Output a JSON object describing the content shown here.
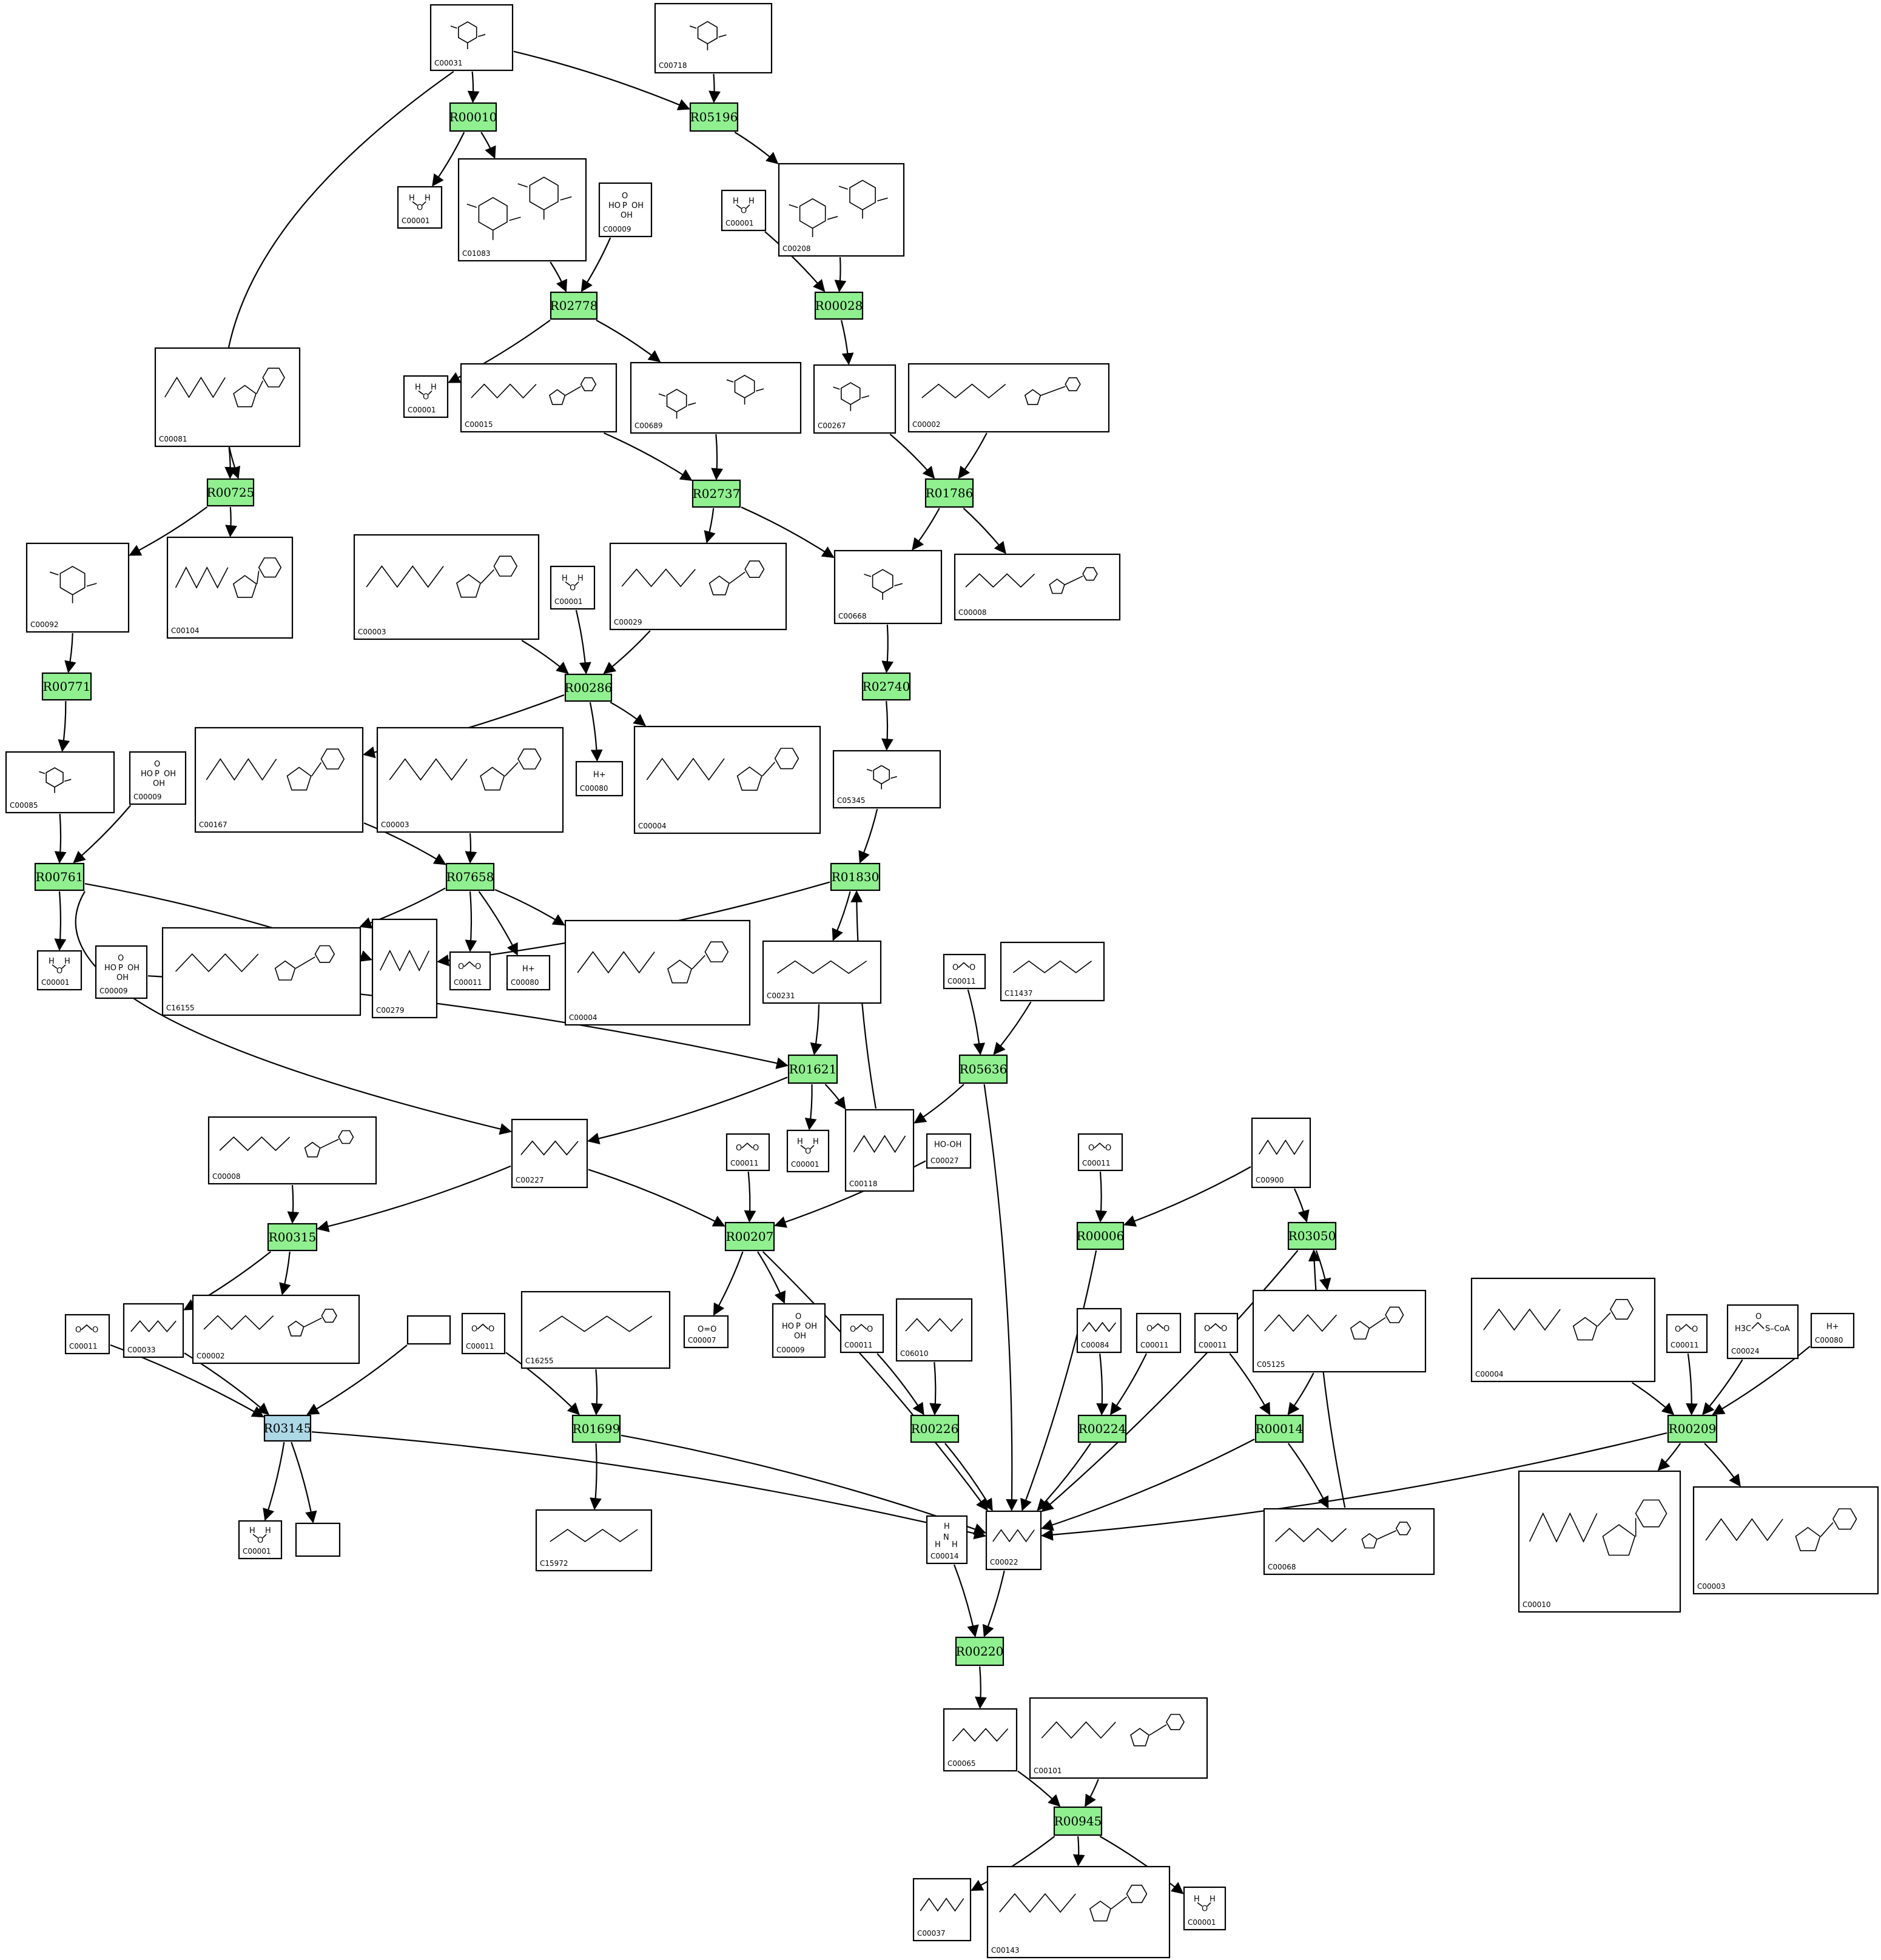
{
  "colors": {
    "reaction": "#90f090",
    "reaction_highlight": "#add8e6",
    "edge": "#000000",
    "compound_box": "#ffffff"
  },
  "compounds": [
    {
      "key": "c1",
      "label": "C00031",
      "glyph": "ring"
    },
    {
      "key": "c2",
      "label": "C00718",
      "glyph": "ring"
    },
    {
      "key": "c3",
      "label": "C00001",
      "glyph": "water"
    },
    {
      "key": "c4",
      "label": "C01083",
      "glyph": "ring2"
    },
    {
      "key": "c5",
      "label": "C00009",
      "glyph": "phosphate"
    },
    {
      "key": "c6",
      "label": "C00001",
      "glyph": "water"
    },
    {
      "key": "c7",
      "label": "C00208",
      "glyph": "ring2"
    },
    {
      "key": "c8",
      "label": "C00081",
      "glyph": "nucleotide"
    },
    {
      "key": "c9",
      "label": "C00001",
      "glyph": "water"
    },
    {
      "key": "c10",
      "label": "C00015",
      "glyph": "nucleotide"
    },
    {
      "key": "c11",
      "label": "C00689",
      "glyph": "ring2"
    },
    {
      "key": "c12",
      "label": "C00267",
      "glyph": "ring"
    },
    {
      "key": "c13",
      "label": "C00002",
      "glyph": "nucleotide"
    },
    {
      "key": "c14",
      "label": "C00092",
      "glyph": "ring"
    },
    {
      "key": "c15",
      "label": "C00104",
      "glyph": "nucleotide"
    },
    {
      "key": "c16",
      "label": "C00003",
      "glyph": "nucleotide"
    },
    {
      "key": "c17",
      "label": "C00001",
      "glyph": "water"
    },
    {
      "key": "c18",
      "label": "C00029",
      "glyph": "nucleotide"
    },
    {
      "key": "c19",
      "label": "C00668",
      "glyph": "ring"
    },
    {
      "key": "c20",
      "label": "C00008",
      "glyph": "nucleotide"
    },
    {
      "key": "c21",
      "label": "C00085",
      "glyph": "ring"
    },
    {
      "key": "c22",
      "label": "C00009",
      "glyph": "phosphate"
    },
    {
      "key": "c23",
      "label": "C00167",
      "glyph": "nucleotide"
    },
    {
      "key": "c24",
      "label": "C00003",
      "glyph": "nucleotide"
    },
    {
      "key": "c25",
      "label": "C00080",
      "glyph": "proton"
    },
    {
      "key": "c26",
      "label": "C00004",
      "glyph": "nucleotide"
    },
    {
      "key": "c27",
      "label": "C05345",
      "glyph": "ring"
    },
    {
      "key": "c28",
      "label": "C00001",
      "glyph": "water"
    },
    {
      "key": "c29",
      "label": "C00009",
      "glyph": "phosphate"
    },
    {
      "key": "c30",
      "label": "C16155",
      "glyph": "nucleotide"
    },
    {
      "key": "c31",
      "label": "C00279",
      "glyph": "chain"
    },
    {
      "key": "c32",
      "label": "C00011",
      "glyph": "co2"
    },
    {
      "key": "c33",
      "label": "C00080",
      "glyph": "proton"
    },
    {
      "key": "c34",
      "label": "C00004",
      "glyph": "nucleotide"
    },
    {
      "key": "c35",
      "label": "C00231",
      "glyph": "chain"
    },
    {
      "key": "c36",
      "label": "C00011",
      "glyph": "co2"
    },
    {
      "key": "c37",
      "label": "C11437",
      "glyph": "chain"
    },
    {
      "key": "c38",
      "label": "C00008",
      "glyph": "nucleotide"
    },
    {
      "key": "c39",
      "label": "C00227",
      "glyph": "chain"
    },
    {
      "key": "c40",
      "label": "C00001",
      "glyph": "water"
    },
    {
      "key": "c41",
      "label": "C00118",
      "glyph": "chain"
    },
    {
      "key": "c42",
      "label": "C00011",
      "glyph": "co2"
    },
    {
      "key": "c43",
      "label": "C00027",
      "glyph": "peroxide"
    },
    {
      "key": "c44",
      "label": "C00011",
      "glyph": "co2"
    },
    {
      "key": "c45",
      "label": "C00900",
      "glyph": "chain"
    },
    {
      "key": "c46",
      "label": "C00011",
      "glyph": "co2"
    },
    {
      "key": "c47",
      "label": "C00033",
      "glyph": "chain"
    },
    {
      "key": "c48",
      "label": "C00002",
      "glyph": "nucleotide"
    },
    {
      "key": "c49",
      "label": "",
      "glyph": "empty"
    },
    {
      "key": "c50",
      "label": "C00011",
      "glyph": "co2"
    },
    {
      "key": "c51",
      "label": "C16255",
      "glyph": "chain"
    },
    {
      "key": "c52",
      "label": "C00007",
      "glyph": "oxygen"
    },
    {
      "key": "c53",
      "label": "C00009",
      "glyph": "phosphate"
    },
    {
      "key": "c54",
      "label": "C00011",
      "glyph": "co2"
    },
    {
      "key": "c55",
      "label": "C06010",
      "glyph": "chain"
    },
    {
      "key": "c56",
      "label": "C00084",
      "glyph": "chain"
    },
    {
      "key": "c57",
      "label": "C00011",
      "glyph": "co2"
    },
    {
      "key": "c58",
      "label": "C00011",
      "glyph": "co2"
    },
    {
      "key": "c59",
      "label": "C05125",
      "glyph": "nucleotide"
    },
    {
      "key": "c60",
      "label": "C00004",
      "glyph": "nucleotide"
    },
    {
      "key": "c61",
      "label": "C00011",
      "glyph": "co2"
    },
    {
      "key": "c62",
      "label": "C00024",
      "glyph": "acetylcoa"
    },
    {
      "key": "c63",
      "label": "C00080",
      "glyph": "proton"
    },
    {
      "key": "c64",
      "label": "C00001",
      "glyph": "water"
    },
    {
      "key": "c65",
      "label": "",
      "glyph": "empty"
    },
    {
      "key": "c66",
      "label": "C15972",
      "glyph": "chain"
    },
    {
      "key": "c67",
      "label": "C00014",
      "glyph": "ammonia"
    },
    {
      "key": "c68",
      "label": "C00022",
      "glyph": "chain"
    },
    {
      "key": "c69",
      "label": "C00068",
      "glyph": "nucleotide"
    },
    {
      "key": "c70",
      "label": "C00010",
      "glyph": "nucleotide"
    },
    {
      "key": "c71",
      "label": "C00003",
      "glyph": "nucleotide"
    },
    {
      "key": "c72",
      "label": "C00065",
      "glyph": "chain"
    },
    {
      "key": "c73",
      "label": "C00101",
      "glyph": "nucleotide"
    },
    {
      "key": "c74",
      "label": "C00037",
      "glyph": "chain"
    },
    {
      "key": "c75",
      "label": "C00143",
      "glyph": "nucleotide"
    },
    {
      "key": "c76",
      "label": "C00001",
      "glyph": "water"
    }
  ],
  "reactions": [
    {
      "key": "r1",
      "label": "R00010",
      "highlight": false
    },
    {
      "key": "r2",
      "label": "R05196",
      "highlight": false
    },
    {
      "key": "r3",
      "label": "R02778",
      "highlight": false
    },
    {
      "key": "r4",
      "label": "R00028",
      "highlight": false
    },
    {
      "key": "r5",
      "label": "R00725",
      "highlight": false
    },
    {
      "key": "r6",
      "label": "R02737",
      "highlight": false
    },
    {
      "key": "r7",
      "label": "R01786",
      "highlight": false
    },
    {
      "key": "r8",
      "label": "R00771",
      "highlight": false
    },
    {
      "key": "r9",
      "label": "R00286",
      "highlight": false
    },
    {
      "key": "r10",
      "label": "R02740",
      "highlight": false
    },
    {
      "key": "r11",
      "label": "R00761",
      "highlight": false
    },
    {
      "key": "r12",
      "label": "R07658",
      "highlight": false
    },
    {
      "key": "r13",
      "label": "R01830",
      "highlight": false
    },
    {
      "key": "r14",
      "label": "R01621",
      "highlight": false
    },
    {
      "key": "r15",
      "label": "R05636",
      "highlight": false
    },
    {
      "key": "r16",
      "label": "R00315",
      "highlight": false
    },
    {
      "key": "r17",
      "label": "R00207",
      "highlight": false
    },
    {
      "key": "r18",
      "label": "R00006",
      "highlight": false
    },
    {
      "key": "r19",
      "label": "R03050",
      "highlight": false
    },
    {
      "key": "r20",
      "label": "R03145",
      "highlight": true
    },
    {
      "key": "r21",
      "label": "R01699",
      "highlight": false
    },
    {
      "key": "r22",
      "label": "R00226",
      "highlight": false
    },
    {
      "key": "r23",
      "label": "R00224",
      "highlight": false
    },
    {
      "key": "r24",
      "label": "R00014",
      "highlight": false
    },
    {
      "key": "r25",
      "label": "R00209",
      "highlight": false
    },
    {
      "key": "r26",
      "label": "R00220",
      "highlight": false
    },
    {
      "key": "r27",
      "label": "R00945",
      "highlight": false
    }
  ]
}
